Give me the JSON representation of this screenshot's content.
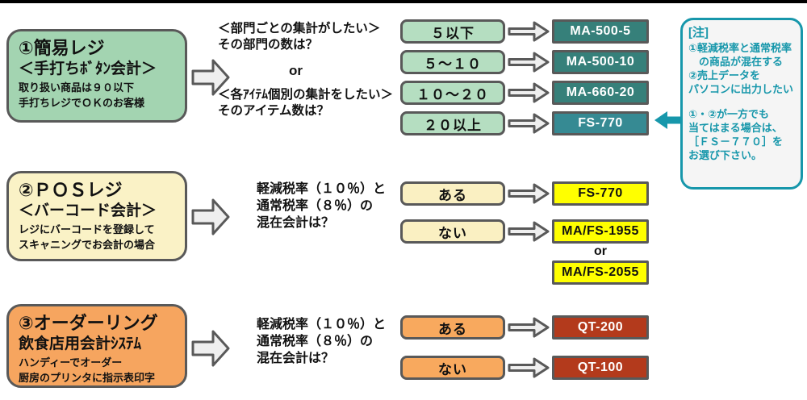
{
  "colors": {
    "border_gray": "#595959",
    "arrow_fill": "#efefef",
    "note_teal": "#1797ab",
    "row1_main_bg": "#a3d4b1",
    "row1_option_bg": "#b5dec1",
    "row1_model_bg": "#36807a",
    "row1_model_fs770_bg": "#368a93",
    "row2_main_bg": "#faf2c6",
    "row2_model_bg": "#ffff00",
    "row3_main_bg": "#f6a55f",
    "row3_model_bg": "#b33a1c"
  },
  "rows": [
    {
      "main_title": "①簡易レジ",
      "main_subtitle": "＜手打ちﾎﾞﾀﾝ会計＞",
      "main_desc1": "取り扱い商品は９０以下",
      "main_desc2": "手打ちレジでＯＫのお客様",
      "q_line1": "＜部門ごとの集計がしたい＞",
      "q_line2": "その部門の数は？",
      "or_label": "or",
      "q_line3": "＜各ｱｲﾃﾑ個別の集計をしたい＞",
      "q_line4": "そのアイテム数は？",
      "branches": [
        {
          "option": "５以下",
          "model": "MA-500-5"
        },
        {
          "option": "５～１０",
          "model": "MA-500-10"
        },
        {
          "option": "１０～２０",
          "model": "MA-660-20"
        },
        {
          "option": "２０以上",
          "model": "FS-770"
        }
      ]
    },
    {
      "main_title": "②ＰＯＳレジ",
      "main_subtitle": "＜バーコード会計＞",
      "main_desc1": "レジにバーコードを登録して",
      "main_desc2": "スキャニングでお会計の場合",
      "q_line1": "軽減税率（１０％）と",
      "q_line2": "通常税率（８％）の",
      "q_line3": "混在会計は？",
      "branches": [
        {
          "option": "ある",
          "model": "FS-770"
        },
        {
          "option": "ない",
          "model": "MA/FS-1955"
        }
      ],
      "extra_or": "or",
      "extra_model": "MA/FS-2055"
    },
    {
      "main_title": "③オーダーリング",
      "main_subtitle": "飲食店用会計ｼｽﾃﾑ",
      "main_desc1": "ハンディーでオーダー",
      "main_desc2": "厨房のプリンタに指示表印字",
      "q_line1": "軽減税率（１０％）と",
      "q_line2": "通常税率（８％）の",
      "q_line3": "混在会計は？",
      "branches": [
        {
          "option": "ある",
          "model": "QT-200"
        },
        {
          "option": "ない",
          "model": "QT-100"
        }
      ]
    }
  ],
  "note": {
    "title": "[注]",
    "line1": "①軽減税率と通常税率",
    "line2": "　の商品が混在する",
    "line3": "②売上データを",
    "line4": "パソコンに出力したい",
    "line5": "①・②が一方でも",
    "line6": "当てはまる場合は、",
    "line7": "［ＦＳ－７７０］を",
    "line8": "お選び下さい。"
  }
}
